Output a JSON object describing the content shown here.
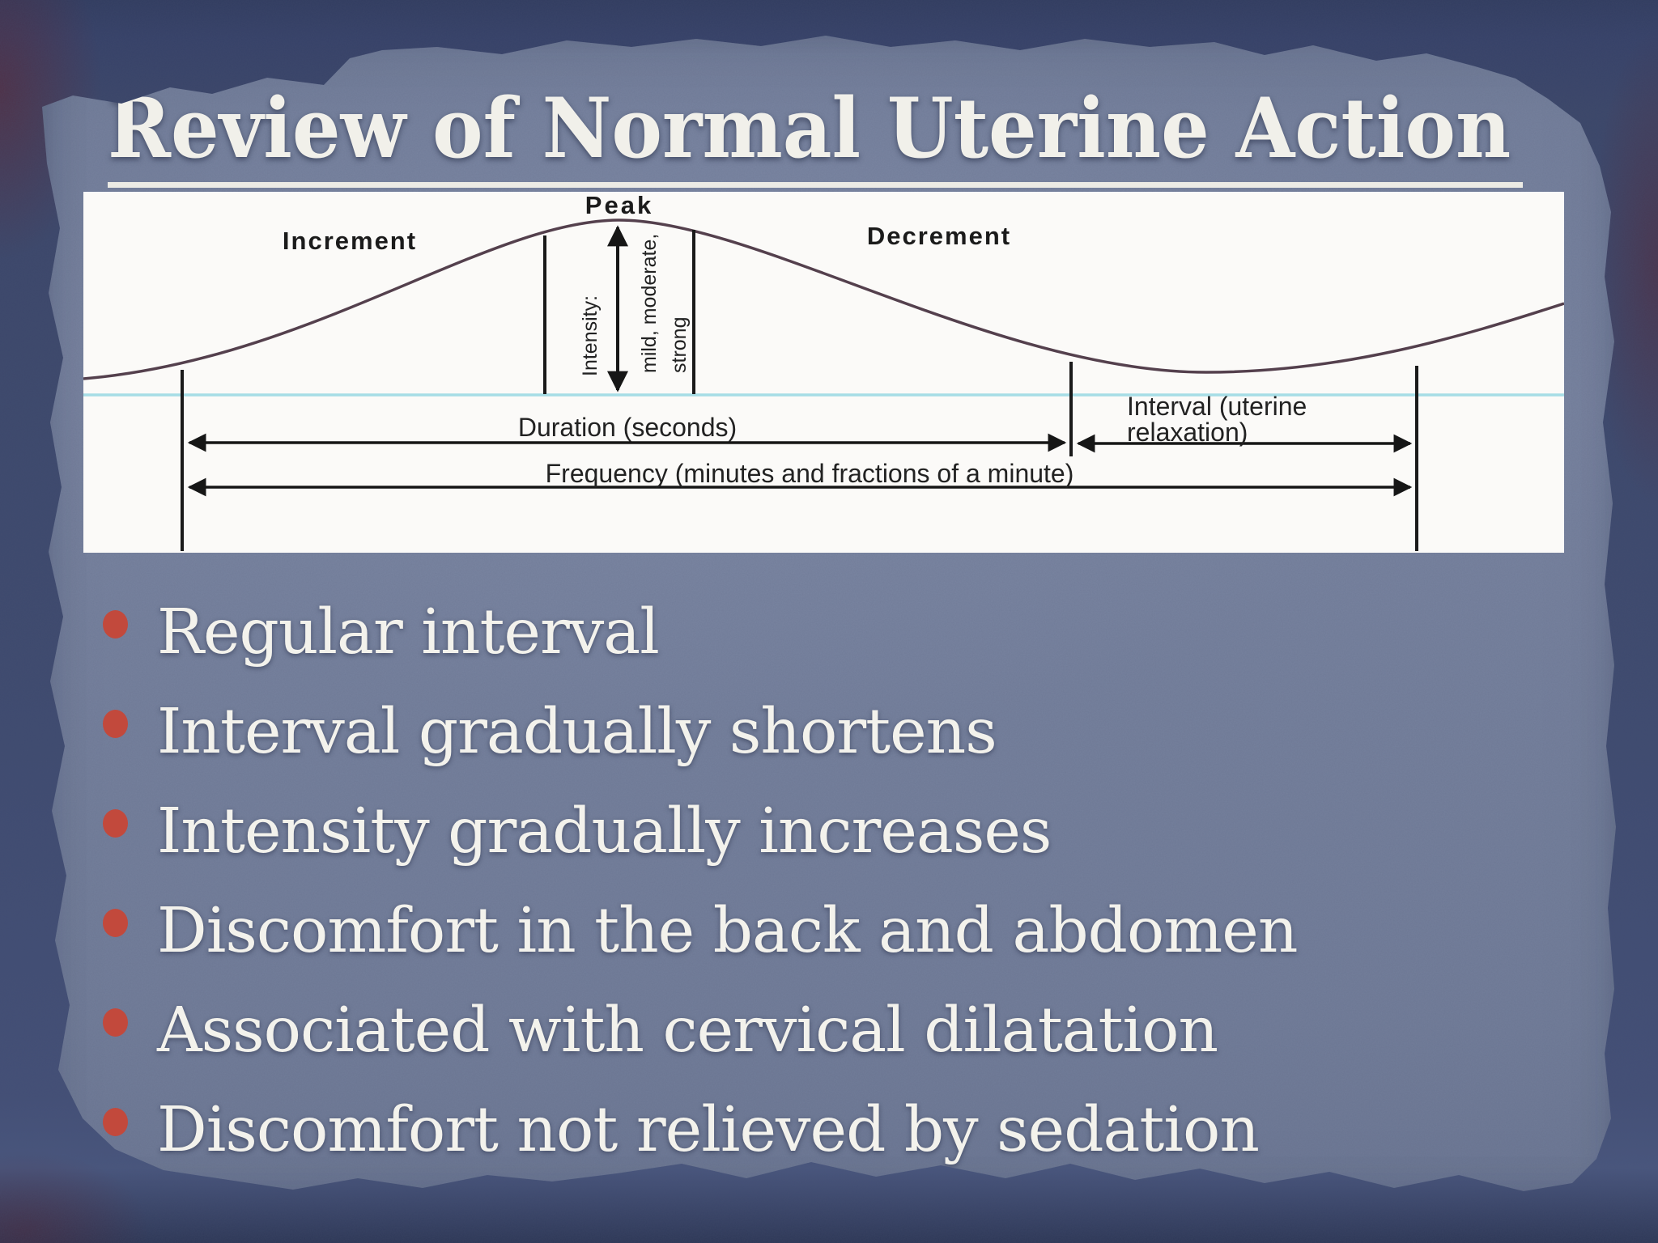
{
  "slide": {
    "title": "Review of Normal Uterine Action",
    "bullets": [
      "Regular interval",
      "Interval gradually shortens",
      "Intensity gradually increases",
      "Discomfort in the back and abdomen",
      "Associated with cervical dilatation",
      "Discomfort not relieved by sedation"
    ],
    "colors": {
      "outer_background": "#3b4669",
      "paper": "#76819d",
      "bullet_dot": "#c2493c",
      "body_text": "#f3f2ec",
      "title_text": "#f1f0ea"
    }
  },
  "diagram": {
    "background": "#fbfaf8",
    "curve_color": "#54404d",
    "baseline_color": "#a6dde6",
    "labels": {
      "peak": "Peak",
      "increment": "Increment",
      "decrement": "Decrement",
      "intensity": "Intensity:",
      "intensity_scale_1": "mild, moderate,",
      "intensity_scale_2": "strong",
      "duration": "Duration (seconds)",
      "interval_1": "Interval (uterine",
      "interval_2": "relaxation)",
      "frequency": "Frequency (minutes and fractions of a minute)"
    }
  }
}
